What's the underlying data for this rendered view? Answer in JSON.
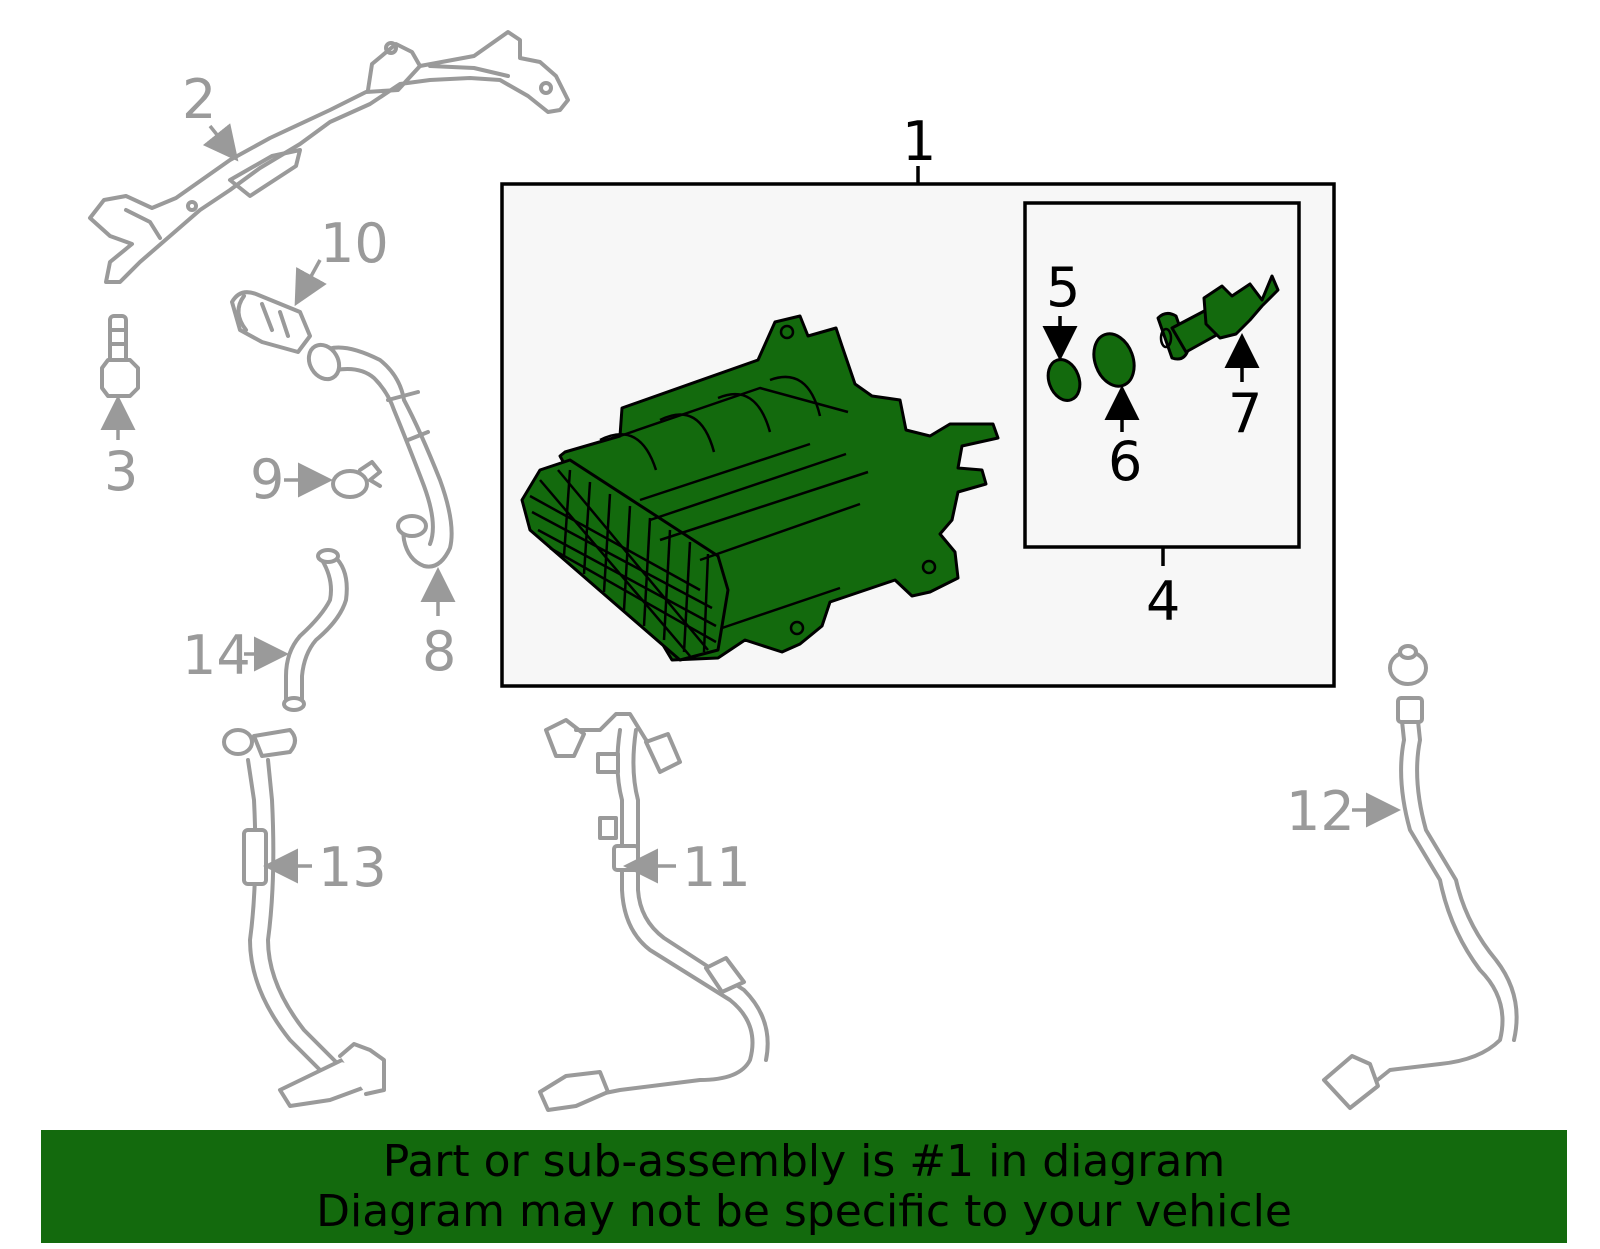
{
  "callouts": {
    "c1": "1",
    "c2": "2",
    "c3": "3",
    "c4": "4",
    "c5": "5",
    "c6": "6",
    "c7": "7",
    "c8": "8",
    "c9": "9",
    "c10": "10",
    "c11": "11",
    "c12": "12",
    "c13": "13",
    "c14": "14"
  },
  "colors": {
    "highlight": "#136a0d",
    "ghost_parts": "#9a9a9a",
    "panel_background": "#f7f7f7"
  },
  "banner": {
    "line1": "Part or sub-assembly is #1 in diagram",
    "line2": "Diagram may not be specific to your vehicle"
  }
}
